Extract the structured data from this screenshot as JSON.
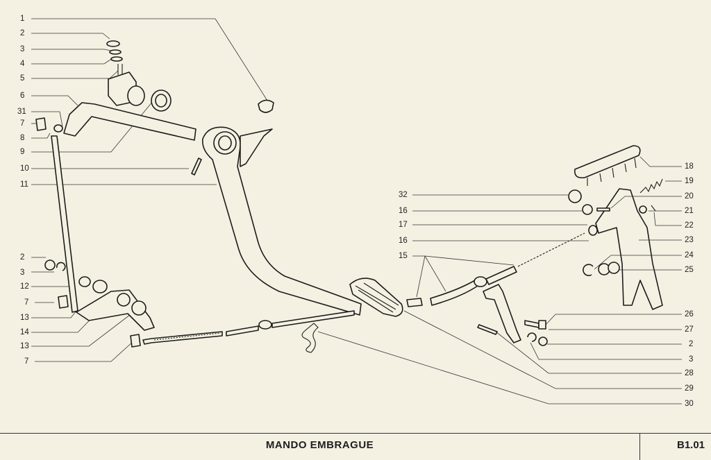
{
  "title": "MANDO  EMBRAGUE",
  "sheet_code": "B1.01",
  "callouts": {
    "c1": "1",
    "c2a": "2",
    "c3a": "3",
    "c4": "4",
    "c5": "5",
    "c6": "6",
    "c31": "31",
    "c7a": "7",
    "c8": "8",
    "c9": "9",
    "c10": "10",
    "c11": "11",
    "c2b": "2",
    "c3b": "3",
    "c12": "12",
    "c7b": "7",
    "c13a": "13",
    "c14": "14",
    "c13b": "13",
    "c7c": "7",
    "c32": "32",
    "c16a": "16",
    "c17": "17",
    "c16b": "16",
    "c15": "15",
    "c18": "18",
    "c19": "19",
    "c20": "20",
    "c21": "21",
    "c22": "22",
    "c23": "23",
    "c24": "24",
    "c25": "25",
    "c26": "26",
    "c27": "27",
    "c2c": "2",
    "c3c": "3",
    "c28": "28",
    "c29": "29",
    "c30": "30"
  }
}
